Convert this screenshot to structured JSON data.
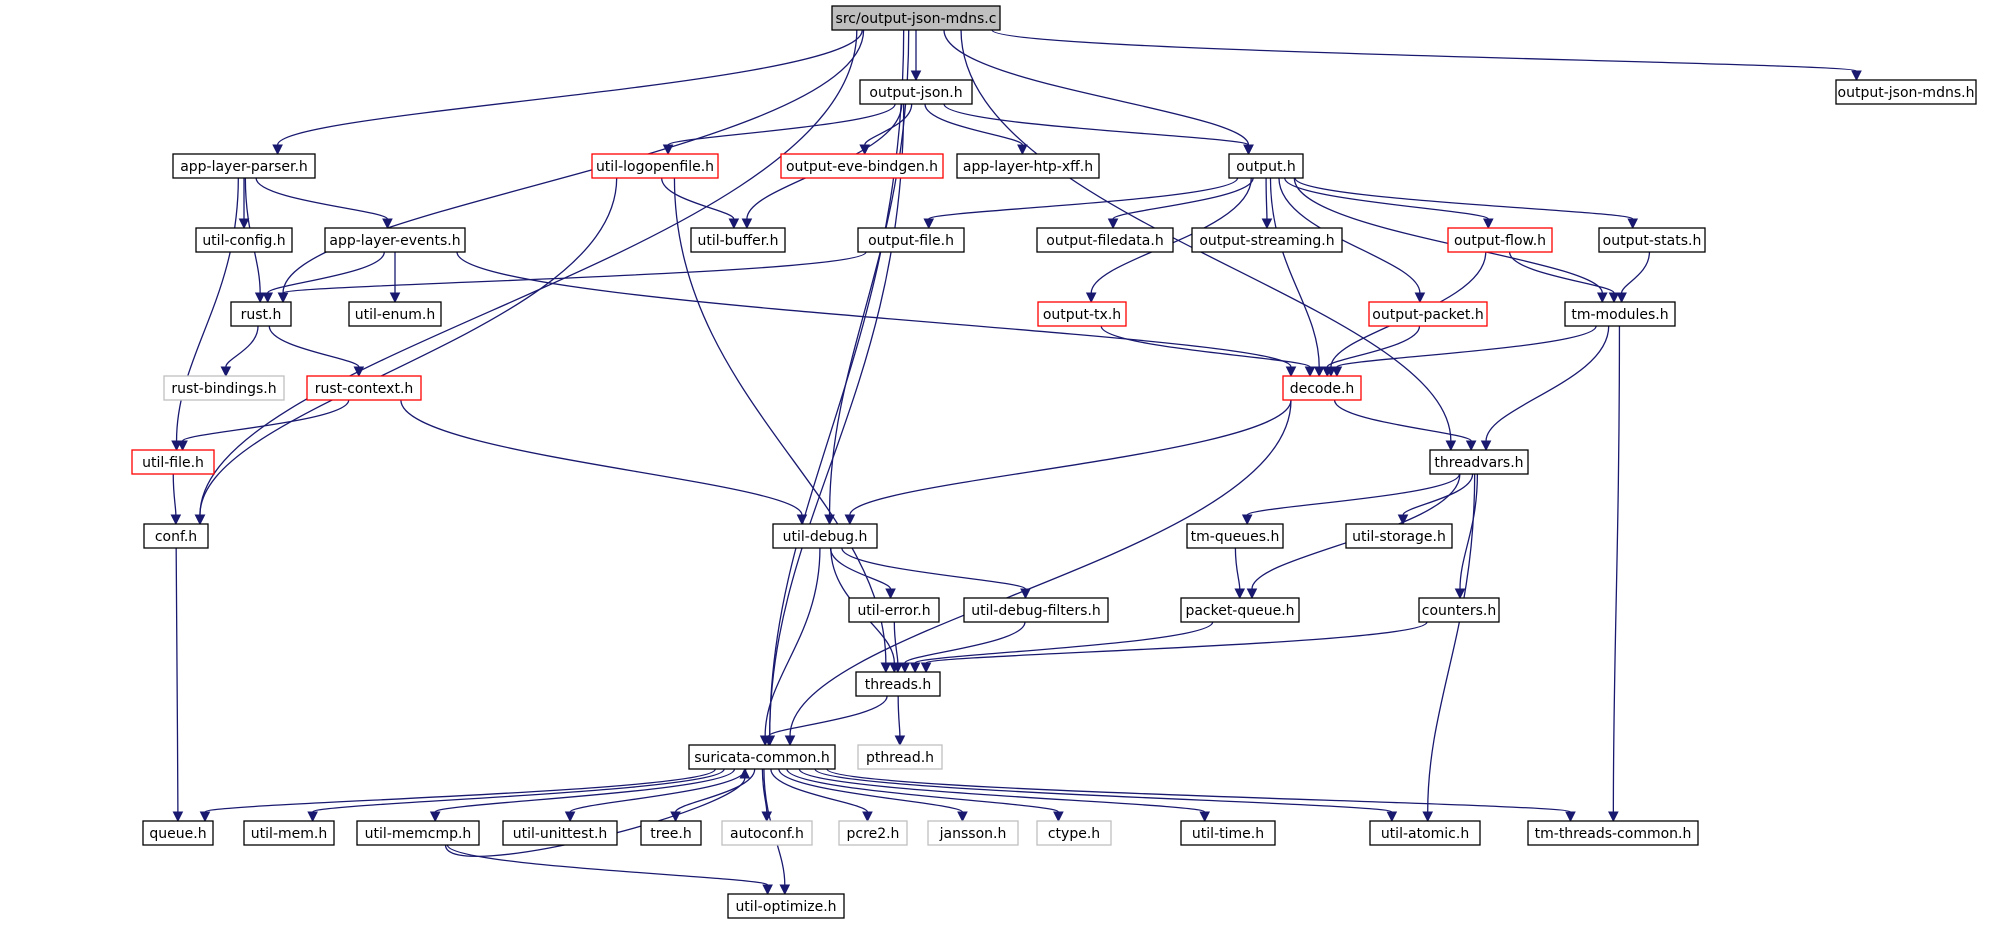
{
  "colors": {
    "edge": "#191970",
    "box_default": "#000000",
    "box_incomplete": "#ff0000",
    "box_external": "#bfbfbf",
    "root_fill": "#bfbfbf"
  },
  "nodes": [
    {
      "id": "root",
      "label": "src/output-json-mdns.c",
      "style": "root"
    },
    {
      "id": "output_json",
      "label": "output-json.h",
      "style": "default"
    },
    {
      "id": "output_json_mdns",
      "label": "output-json-mdns.h",
      "style": "default"
    },
    {
      "id": "app_layer_parser",
      "label": "app-layer-parser.h",
      "style": "default"
    },
    {
      "id": "util_logopenfile",
      "label": "util-logopenfile.h",
      "style": "incomplete"
    },
    {
      "id": "output_eve_bindgen",
      "label": "output-eve-bindgen.h",
      "style": "incomplete"
    },
    {
      "id": "app_layer_htp_xff",
      "label": "app-layer-htp-xff.h",
      "style": "default"
    },
    {
      "id": "output",
      "label": "output.h",
      "style": "default"
    },
    {
      "id": "util_config",
      "label": "util-config.h",
      "style": "default"
    },
    {
      "id": "app_layer_events",
      "label": "app-layer-events.h",
      "style": "default"
    },
    {
      "id": "util_buffer",
      "label": "util-buffer.h",
      "style": "default"
    },
    {
      "id": "output_file",
      "label": "output-file.h",
      "style": "default"
    },
    {
      "id": "output_filedata",
      "label": "output-filedata.h",
      "style": "default"
    },
    {
      "id": "output_streaming",
      "label": "output-streaming.h",
      "style": "default"
    },
    {
      "id": "output_flow",
      "label": "output-flow.h",
      "style": "incomplete"
    },
    {
      "id": "output_stats",
      "label": "output-stats.h",
      "style": "default"
    },
    {
      "id": "rust",
      "label": "rust.h",
      "style": "default"
    },
    {
      "id": "util_enum",
      "label": "util-enum.h",
      "style": "default"
    },
    {
      "id": "output_tx",
      "label": "output-tx.h",
      "style": "incomplete"
    },
    {
      "id": "output_packet",
      "label": "output-packet.h",
      "style": "incomplete"
    },
    {
      "id": "tm_modules",
      "label": "tm-modules.h",
      "style": "default"
    },
    {
      "id": "rust_bindings",
      "label": "rust-bindings.h",
      "style": "external"
    },
    {
      "id": "rust_context",
      "label": "rust-context.h",
      "style": "incomplete"
    },
    {
      "id": "decode",
      "label": "decode.h",
      "style": "incomplete"
    },
    {
      "id": "util_file",
      "label": "util-file.h",
      "style": "incomplete"
    },
    {
      "id": "threadvars",
      "label": "threadvars.h",
      "style": "default"
    },
    {
      "id": "conf",
      "label": "conf.h",
      "style": "default"
    },
    {
      "id": "util_debug",
      "label": "util-debug.h",
      "style": "default"
    },
    {
      "id": "tm_queues",
      "label": "tm-queues.h",
      "style": "default"
    },
    {
      "id": "util_storage",
      "label": "util-storage.h",
      "style": "default"
    },
    {
      "id": "util_error",
      "label": "util-error.h",
      "style": "default"
    },
    {
      "id": "util_debug_filters",
      "label": "util-debug-filters.h",
      "style": "default"
    },
    {
      "id": "packet_queue",
      "label": "packet-queue.h",
      "style": "default"
    },
    {
      "id": "counters",
      "label": "counters.h",
      "style": "default"
    },
    {
      "id": "threads",
      "label": "threads.h",
      "style": "default"
    },
    {
      "id": "suricata_common",
      "label": "suricata-common.h",
      "style": "default"
    },
    {
      "id": "pthread",
      "label": "pthread.h",
      "style": "external"
    },
    {
      "id": "queue",
      "label": "queue.h",
      "style": "default"
    },
    {
      "id": "util_mem",
      "label": "util-mem.h",
      "style": "default"
    },
    {
      "id": "util_memcmp",
      "label": "util-memcmp.h",
      "style": "default"
    },
    {
      "id": "util_unittest",
      "label": "util-unittest.h",
      "style": "default"
    },
    {
      "id": "tree",
      "label": "tree.h",
      "style": "default"
    },
    {
      "id": "autoconf",
      "label": "autoconf.h",
      "style": "external"
    },
    {
      "id": "pcre2",
      "label": "pcre2.h",
      "style": "external"
    },
    {
      "id": "jansson",
      "label": "jansson.h",
      "style": "external"
    },
    {
      "id": "ctype",
      "label": "ctype.h",
      "style": "external"
    },
    {
      "id": "util_time",
      "label": "util-time.h",
      "style": "default"
    },
    {
      "id": "util_atomic",
      "label": "util-atomic.h",
      "style": "default"
    },
    {
      "id": "tm_threads_common",
      "label": "tm-threads-common.h",
      "style": "default"
    },
    {
      "id": "util_optimize",
      "label": "util-optimize.h",
      "style": "default"
    }
  ],
  "edges": [
    [
      "root",
      "output_json"
    ],
    [
      "root",
      "output_json_mdns"
    ],
    [
      "root",
      "app_layer_parser"
    ],
    [
      "root",
      "output"
    ],
    [
      "root",
      "threadvars"
    ],
    [
      "root",
      "rust"
    ],
    [
      "root",
      "conf"
    ],
    [
      "root",
      "suricata_common"
    ],
    [
      "root",
      "util_debug"
    ],
    [
      "output_json",
      "util_logopenfile"
    ],
    [
      "output_json",
      "output_eve_bindgen"
    ],
    [
      "output_json",
      "app_layer_htp_xff"
    ],
    [
      "output_json",
      "output"
    ],
    [
      "output_json",
      "util_buffer"
    ],
    [
      "output_json",
      "suricata_common"
    ],
    [
      "app_layer_parser",
      "util_config"
    ],
    [
      "app_layer_parser",
      "app_layer_events"
    ],
    [
      "app_layer_parser",
      "rust"
    ],
    [
      "app_layer_parser",
      "util_file"
    ],
    [
      "util_logopenfile",
      "util_buffer"
    ],
    [
      "util_logopenfile",
      "conf"
    ],
    [
      "util_logopenfile",
      "threads"
    ],
    [
      "output",
      "output_file"
    ],
    [
      "output",
      "output_filedata"
    ],
    [
      "output",
      "output_streaming"
    ],
    [
      "output",
      "output_flow"
    ],
    [
      "output",
      "output_stats"
    ],
    [
      "output",
      "tm_modules"
    ],
    [
      "output",
      "output_tx"
    ],
    [
      "output",
      "output_packet"
    ],
    [
      "output",
      "decode"
    ],
    [
      "app_layer_events",
      "rust"
    ],
    [
      "app_layer_events",
      "util_enum"
    ],
    [
      "app_layer_events",
      "decode"
    ],
    [
      "output_file",
      "rust"
    ],
    [
      "output_flow",
      "tm_modules"
    ],
    [
      "output_flow",
      "decode"
    ],
    [
      "output_stats",
      "tm_modules"
    ],
    [
      "rust",
      "rust_bindings"
    ],
    [
      "rust",
      "rust_context"
    ],
    [
      "output_tx",
      "decode"
    ],
    [
      "output_packet",
      "decode"
    ],
    [
      "tm_modules",
      "decode"
    ],
    [
      "tm_modules",
      "threadvars"
    ],
    [
      "tm_modules",
      "tm_threads_common"
    ],
    [
      "rust_context",
      "util_file"
    ],
    [
      "rust_context",
      "util_debug"
    ],
    [
      "decode",
      "threadvars"
    ],
    [
      "decode",
      "util_debug"
    ],
    [
      "decode",
      "suricata_common"
    ],
    [
      "util_file",
      "conf"
    ],
    [
      "threadvars",
      "tm_queues"
    ],
    [
      "threadvars",
      "util_storage"
    ],
    [
      "threadvars",
      "packet_queue"
    ],
    [
      "threadvars",
      "counters"
    ],
    [
      "threadvars",
      "util_atomic"
    ],
    [
      "conf",
      "queue"
    ],
    [
      "util_debug",
      "util_error"
    ],
    [
      "util_debug",
      "util_debug_filters"
    ],
    [
      "util_debug",
      "threads"
    ],
    [
      "util_debug",
      "suricata_common"
    ],
    [
      "tm_queues",
      "packet_queue"
    ],
    [
      "util_error",
      "threads"
    ],
    [
      "util_debug_filters",
      "threads"
    ],
    [
      "packet_queue",
      "threads"
    ],
    [
      "counters",
      "threads"
    ],
    [
      "threads",
      "suricata_common"
    ],
    [
      "threads",
      "pthread"
    ],
    [
      "suricata_common",
      "queue"
    ],
    [
      "suricata_common",
      "util_mem"
    ],
    [
      "suricata_common",
      "util_memcmp"
    ],
    [
      "suricata_common",
      "util_unittest"
    ],
    [
      "suricata_common",
      "tree"
    ],
    [
      "suricata_common",
      "autoconf"
    ],
    [
      "suricata_common",
      "pcre2"
    ],
    [
      "suricata_common",
      "jansson"
    ],
    [
      "suricata_common",
      "ctype"
    ],
    [
      "suricata_common",
      "util_time"
    ],
    [
      "suricata_common",
      "util_atomic"
    ],
    [
      "suricata_common",
      "tm_threads_common"
    ],
    [
      "suricata_common",
      "util_optimize"
    ],
    [
      "util_memcmp",
      "suricata_common"
    ],
    [
      "util_memcmp",
      "util_optimize"
    ]
  ]
}
